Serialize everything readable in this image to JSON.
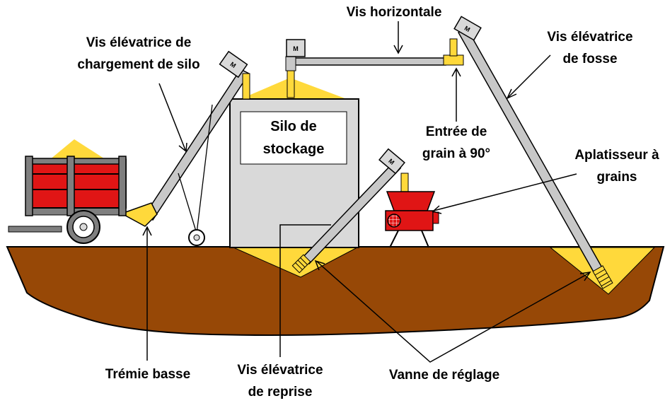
{
  "labels": {
    "vis_horizontale": "Vis horizontale",
    "vis_elevatrice_chargement_line1": "Vis élévatrice de",
    "vis_elevatrice_chargement_line2": "chargement de silo",
    "vis_elevatrice_fosse_line1": "Vis élévatrice",
    "vis_elevatrice_fosse_line2": "de fosse",
    "silo_line1": "Silo de",
    "silo_line2": "stockage",
    "entree_grain_line1": "Entrée de",
    "entree_grain_line2": "grain à 90°",
    "aplatisseur_line1": "Aplatisseur à",
    "aplatisseur_line2": "grains",
    "tremie_basse": "Trémie basse",
    "vis_reprise_line1": "Vis élévatrice",
    "vis_reprise_line2": "de reprise",
    "vanne_reglage": "Vanne de réglage"
  },
  "motor_label": "M",
  "colors": {
    "soil": "#974806",
    "grain": "#ffd93b",
    "silo": "#d9d9d9",
    "auger": "#c8c8c8",
    "wagon_red": "#e01515",
    "wagon_grey": "#7f7f7f",
    "outline": "#000000"
  }
}
